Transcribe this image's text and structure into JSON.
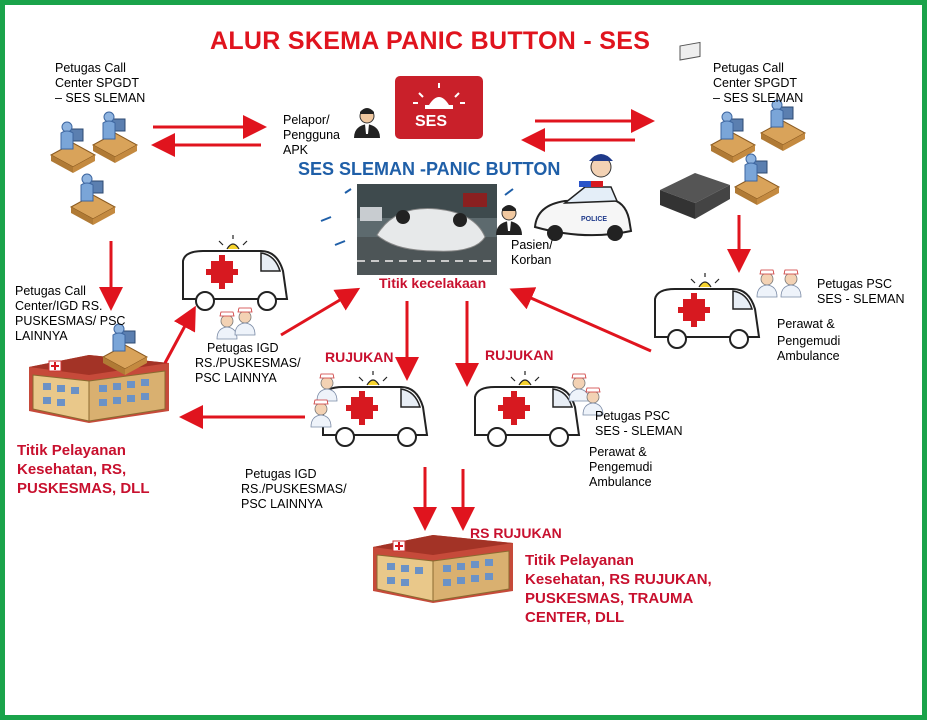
{
  "title": "ALUR SKEMA PANIC BUTTON - SES",
  "subtitle": "SES SLEMAN -PANIC BUTTON",
  "app_logo_text": "SES",
  "labels": {
    "callcenter_left": [
      "Petugas Call",
      "Center  SPGDT",
      "– SES SLEMAN"
    ],
    "callcenter_right": [
      "Petugas Call",
      "Center  SPGDT",
      "– SES SLEMAN"
    ],
    "pelapor": [
      "Pelapor/",
      "Pengguna",
      "APK"
    ],
    "pasien": [
      "Pasien/",
      "Korban"
    ],
    "titik_kecelakaan": "Titik kecelakaan",
    "callcenter_igd": [
      "Petugas Call",
      "Center/IGD RS.",
      "PUSKESMAS/ PSC",
      "LAINNYA"
    ],
    "petugas_igd_top": [
      "Petugas IGD",
      "RS./PUSKESMAS/",
      "PSC LAINNYA"
    ],
    "petugas_igd_bottom": [
      "Petugas IGD",
      "RS./PUSKESMAS/",
      "PSC LAINNYA"
    ],
    "petugas_psc_right": [
      "Petugas PSC",
      "SES - SLEMAN"
    ],
    "perawat_right": [
      "Perawat &",
      "Pengemudi",
      "Ambulance"
    ],
    "petugas_psc_center": [
      "Petugas PSC",
      "SES - SLEMAN"
    ],
    "perawat_center": [
      "Perawat &",
      "Pengemudi",
      "Ambulance"
    ],
    "rujukan_left": "RUJUKAN",
    "rujukan_right": "RUJUKAN",
    "rs_rujukan": "RS RUJUKAN",
    "titik_pelayanan_left": [
      "Titik Pelayanan",
      "Kesehatan, RS,",
      "PUSKESMAS, DLL"
    ],
    "titik_pelayanan_bottom": [
      "Titik Pelayanan",
      "Kesehatan, RS RUJUKAN,",
      "PUSKESMAS, TRAUMA",
      "CENTER, DLL"
    ]
  },
  "icons": [
    "operator-computer-icon",
    "person-suit-icon",
    "alarm-siren-icon",
    "car-crash-photo",
    "police-car-icon",
    "fax-machine-icon",
    "ambulance-icon",
    "nurse-icon",
    "hospital-building-icon",
    "arrow-icon"
  ],
  "colors": {
    "frame": "#1aa34a",
    "title": "#e0141e",
    "subtitle": "#1f5fa8",
    "arrow": "#e0141e",
    "emphasis": "#c8102e",
    "logo_bg": "#c9202a"
  }
}
